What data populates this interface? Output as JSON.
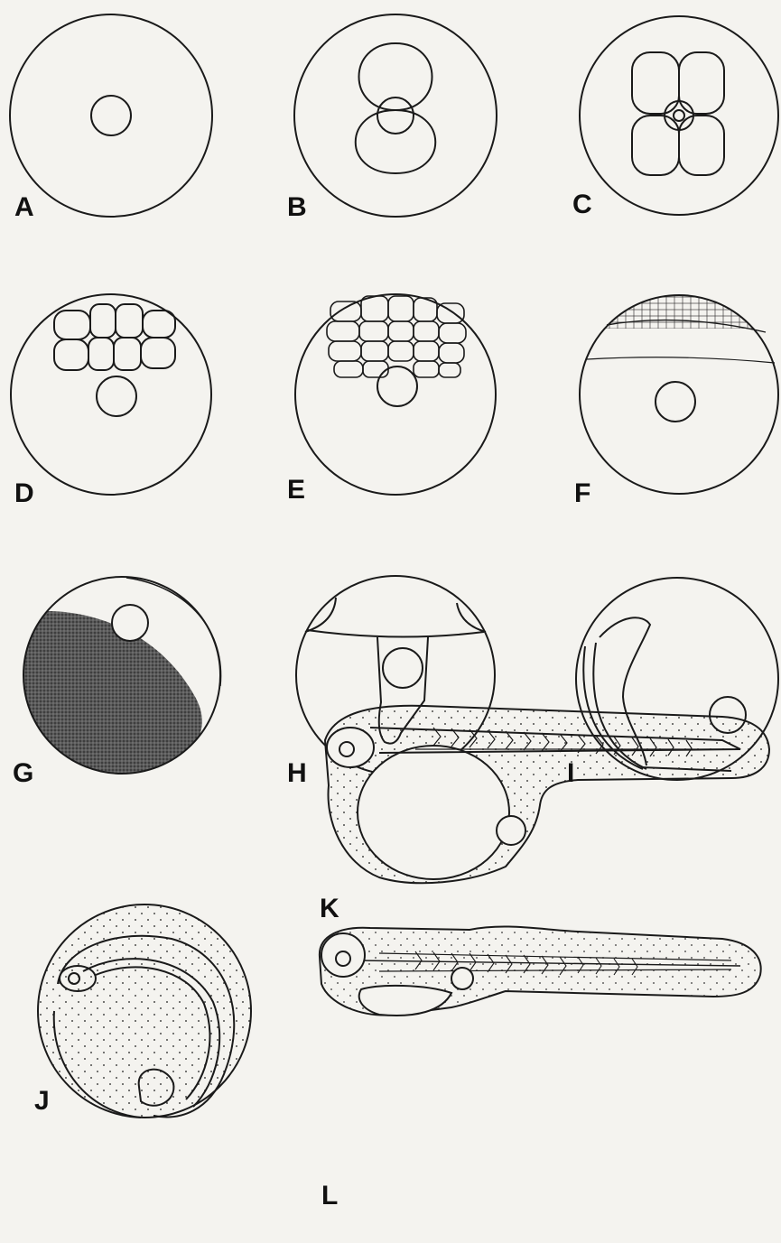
{
  "figure": {
    "ink_color": "#1a1a1a",
    "paper_color": "#f4f3ef",
    "shade_color": "#4a4a4a",
    "panels": [
      {
        "id": "A",
        "label": "A"
      },
      {
        "id": "B",
        "label": "B"
      },
      {
        "id": "C",
        "label": "C"
      },
      {
        "id": "D",
        "label": "D"
      },
      {
        "id": "E",
        "label": "E"
      },
      {
        "id": "F",
        "label": "F"
      },
      {
        "id": "G",
        "label": "G"
      },
      {
        "id": "H",
        "label": "H"
      },
      {
        "id": "I",
        "label": "I"
      },
      {
        "id": "J",
        "label": "J"
      },
      {
        "id": "K",
        "label": "K"
      },
      {
        "id": "L",
        "label": "L"
      }
    ]
  }
}
